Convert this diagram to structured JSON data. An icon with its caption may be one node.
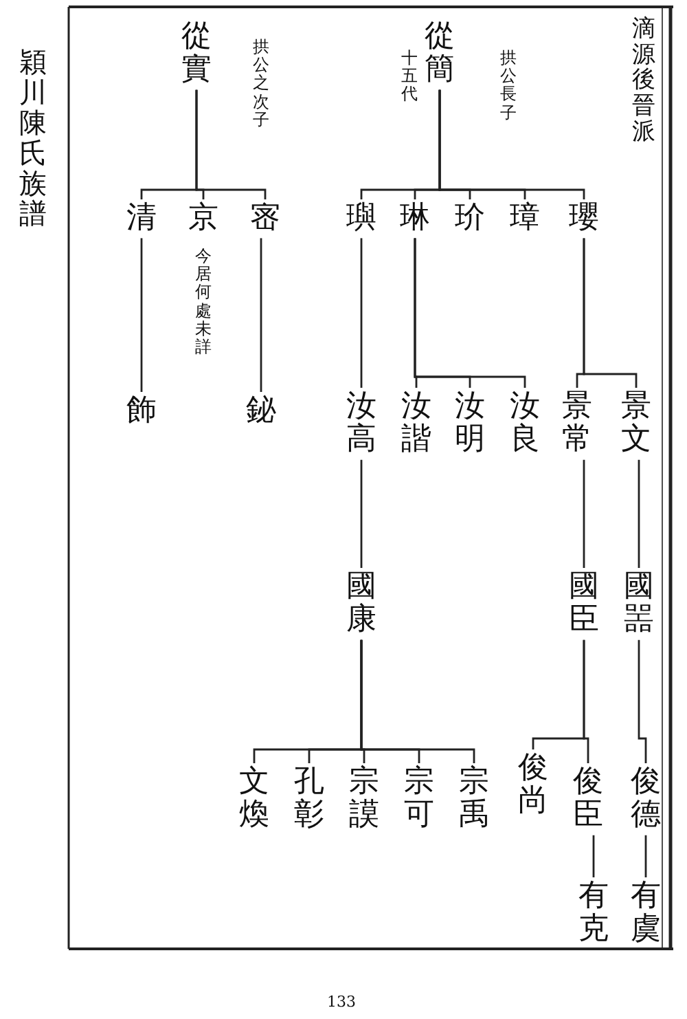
{
  "diagram": {
    "nodes": [
      {
        "text": [
          "從實"
        ],
        "beside": [
          "拱公之次子"
        ]
      },
      {
        "text": [
          "從簡"
        ],
        "beside": [
          "拱公長子"
        ]
      },
      {
        "text": [
          "清"
        ]
      },
      {
        "text": [
          "京"
        ],
        "beside": [
          "今居何處未詳"
        ]
      },
      {
        "text": [
          "宻"
        ]
      },
      {
        "text": [
          "飾"
        ]
      },
      {
        "text": [
          "鉍"
        ]
      },
      {
        "text": [
          "璵"
        ]
      },
      {
        "text": [
          "琳"
        ]
      },
      {
        "text": [
          "玠"
        ]
      },
      {
        "text": [
          "璋"
        ]
      },
      {
        "text": [
          "瓔"
        ]
      },
      {
        "text": [
          "汝高"
        ]
      },
      {
        "text": [
          "汝諧"
        ]
      },
      {
        "text": [
          "汝明"
        ]
      },
      {
        "text": [
          "汝良"
        ]
      },
      {
        "text": [
          "景常"
        ]
      },
      {
        "text": [
          "景文"
        ]
      },
      {
        "text": [
          "國康"
        ]
      },
      {
        "text": [
          "國臣"
        ]
      },
      {
        "text": [
          "國噐"
        ]
      },
      {
        "text": [
          "宗禹"
        ]
      },
      {
        "text": [
          "宗可"
        ]
      },
      {
        "text": [
          "宗謨"
        ]
      },
      {
        "text": [
          "孔彰"
        ]
      },
      {
        "text": [
          "文煥"
        ]
      },
      {
        "text": [
          "俊尚"
        ]
      },
      {
        "text": [
          "俊臣"
        ]
      },
      {
        "text": [
          "俊德"
        ]
      },
      {
        "text": [
          "有克"
        ]
      },
      {
        "text": [
          "有虞"
        ]
      }
    ],
    "edges": [
      {
        "from": 0,
        "to": 2,
        "arrow": "none"
      },
      {
        "from": 0,
        "to": 3,
        "arrow": "none"
      },
      {
        "from": 0,
        "to": 4,
        "arrow": "none"
      },
      {
        "from": 2,
        "to": 5,
        "arrow": "none"
      },
      {
        "from": 4,
        "to": 6,
        "arrow": "none"
      },
      {
        "from": 1,
        "to": 7,
        "arrow": "none"
      },
      {
        "from": 1,
        "to": 8,
        "arrow": "none"
      },
      {
        "from": 1,
        "to": 9,
        "arrow": "none"
      },
      {
        "from": 1,
        "to": 10,
        "arrow": "none"
      },
      {
        "from": 1,
        "to": 11,
        "arrow": "none"
      },
      {
        "from": 7,
        "to": 12,
        "arrow": "none"
      },
      {
        "from": 8,
        "to": 13,
        "arrow": "none"
      },
      {
        "from": 8,
        "to": 14,
        "arrow": "none"
      },
      {
        "from": 8,
        "to": 15,
        "arrow": "none"
      },
      {
        "from": 11,
        "to": 16,
        "arrow": "none"
      },
      {
        "from": 11,
        "to": 17,
        "arrow": "none"
      },
      {
        "from": 12,
        "to": 18,
        "arrow": "none"
      },
      {
        "from": 16,
        "to": 19,
        "arrow": "none"
      },
      {
        "from": 17,
        "to": 20,
        "arrow": "none"
      },
      {
        "from": 18,
        "to": 21,
        "arrow": "none"
      },
      {
        "from": 18,
        "to": 22,
        "arrow": "none"
      },
      {
        "from": 18,
        "to": 23,
        "arrow": "none"
      },
      {
        "from": 18,
        "to": 24,
        "arrow": "none"
      },
      {
        "from": 18,
        "to": 25,
        "arrow": "none"
      },
      {
        "from": 19,
        "to": 26,
        "arrow": "none"
      },
      {
        "from": 19,
        "to": 27,
        "arrow": "none"
      },
      {
        "from": 20,
        "to": 28,
        "arrow": "none"
      },
      {
        "from": 27,
        "to": 29,
        "arrow": "none"
      },
      {
        "from": 28,
        "to": 30,
        "arrow": "none"
      }
    ],
    "labels": [
      "穎川陳氏族譜",
      "滴源後晉派",
      "十五代",
      "133"
    ]
  }
}
